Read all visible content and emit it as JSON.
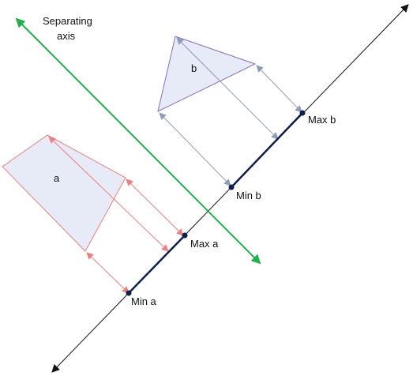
{
  "diagram": {
    "title_line1": "Separating",
    "title_line2": "axis",
    "shape_a_label": "a",
    "shape_b_label": "b",
    "min_a_label": "Min a",
    "max_a_label": "Max a",
    "min_b_label": "Min b",
    "max_b_label": "Max b"
  },
  "colors": {
    "separating_axis": "#1fb24a",
    "projection_axis": "#111111",
    "shape_a_stroke": "#f08080",
    "shape_a_fill": "#e6ebf7",
    "shape_b_stroke": "#8a6cc4",
    "shape_b_fill": "#e6ebf7",
    "projection_a_arrows": "#f08080",
    "projection_b_arrows": "#8e9cbc",
    "interval_segment": "#0d1f4f",
    "endpoint_dot": "#0d1f4f"
  }
}
